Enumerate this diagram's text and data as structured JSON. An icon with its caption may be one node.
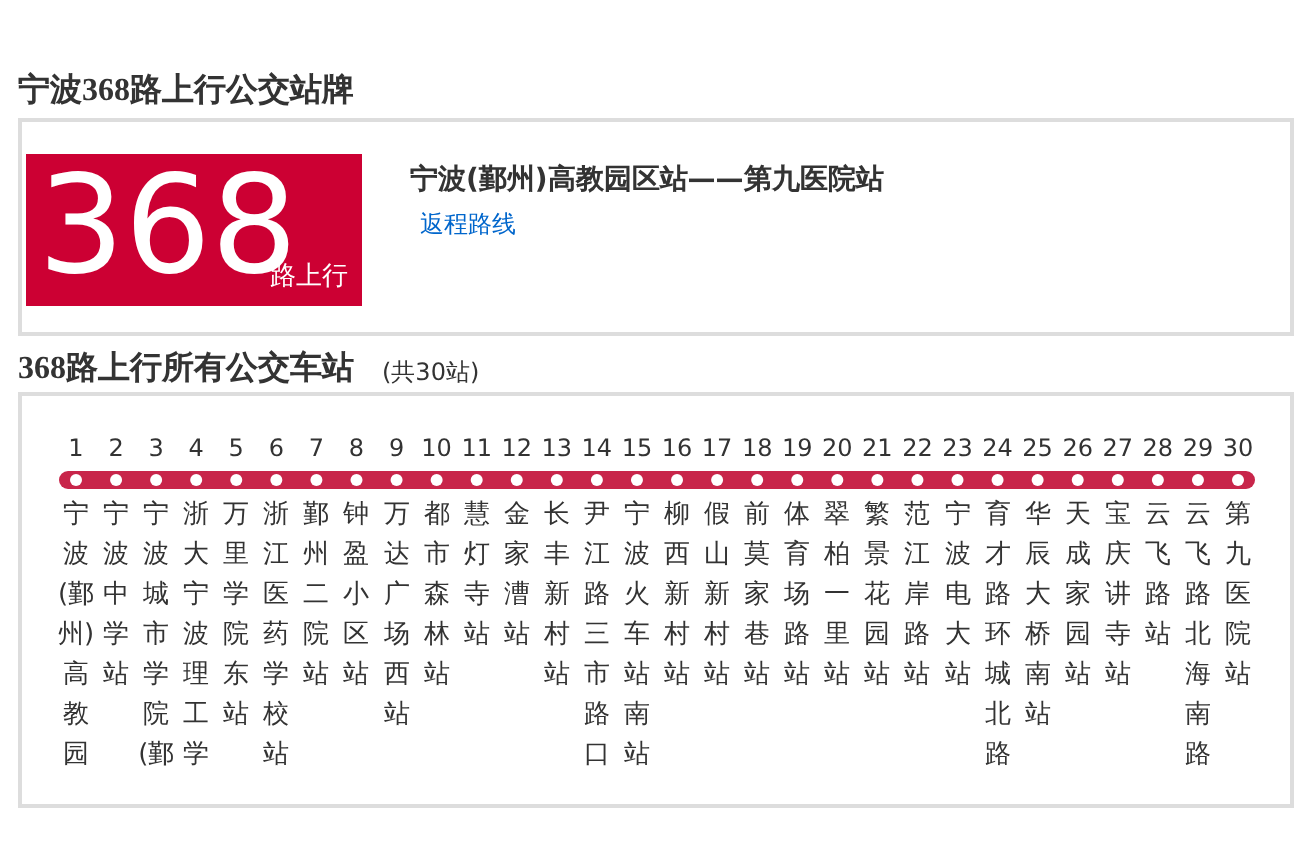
{
  "diagram": {
    "title": "宁波368路上行公交站牌",
    "nodes": [
      {
        "text": [
          "宁波(鄞州)高教园区站——第九医院站",
          "返程路线"
        ]
      },
      {
        "text": [
          "368",
          "路上行"
        ],
        "in": 0
      }
    ],
    "labels": [
      "368路上行所有公交车站",
      "(共30站)",
      "1",
      "宁波(鄞州)高教园",
      "2",
      "宁波中学站",
      "3",
      "宁波城市学院(鄞",
      "4",
      "浙大宁波理工学",
      "5",
      "万里学院东站",
      "6",
      "浙江医药学校站",
      "7",
      "鄞州二院站",
      "8",
      "钟盈小区站",
      "9",
      "万达广场西站",
      "10",
      "都市森林站",
      "11",
      "慧灯寺站",
      "12",
      "金家漕站",
      "13",
      "长丰新村站",
      "14",
      "尹江路三市路口",
      "15",
      "宁波火车站南站",
      "16",
      "柳西新村站",
      "17",
      "假山新村站",
      "18",
      "前莫家巷站",
      "19",
      "体育场路站",
      "20",
      "翠柏一里站",
      "21",
      "繁景花园站",
      "22",
      "范江岸路站",
      "23",
      "宁波电大站",
      "24",
      "育才路环城北路",
      "25",
      "华辰大桥南站",
      "26",
      "天成家园站",
      "27",
      "宝庆讲寺站",
      "28",
      "云飞路站",
      "29",
      "云飞路北海南路",
      "30",
      "第九医院站"
    ]
  }
}
